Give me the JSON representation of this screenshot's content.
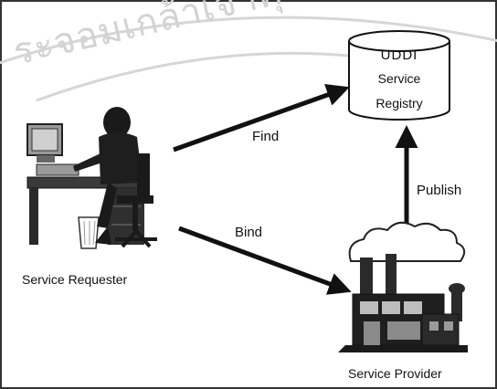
{
  "watermark": {
    "text": "ระจอมเกล้าเจ้าคุ"
  },
  "registry": {
    "line1": "UDDI",
    "line2": "Service",
    "line3": "Registry"
  },
  "arrows": {
    "find": "Find",
    "bind": "Bind",
    "publish": "Publish"
  },
  "requester": {
    "label": "Service Requester"
  },
  "provider": {
    "label": "Service Provider"
  },
  "colors": {
    "border": "#333333",
    "arrow": "#111111",
    "watermark": "#d3d3d3"
  }
}
